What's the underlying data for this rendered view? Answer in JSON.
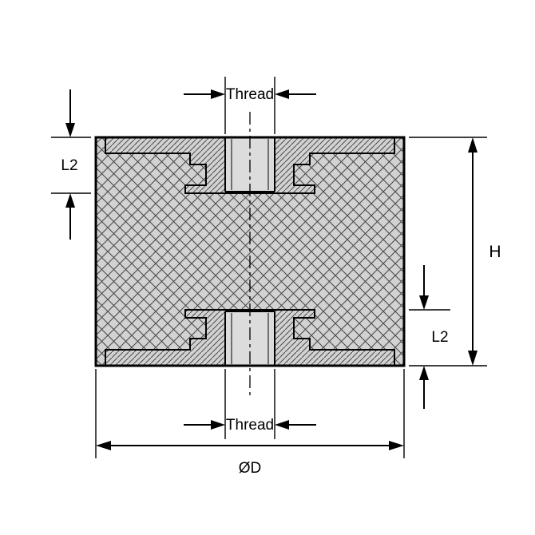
{
  "dimensions": {
    "thread_top": "Thread",
    "thread_bottom": "Thread",
    "l2_top_left": "L2",
    "l2_bottom_right": "L2",
    "height_right": "H",
    "diameter_bottom": "ØD"
  },
  "colors": {
    "background": "#ffffff",
    "part_fill": "#d2d2d2",
    "bore_fill": "#dcdcdc",
    "hatch_line": "#4a4a4a",
    "outline": "#000000"
  }
}
